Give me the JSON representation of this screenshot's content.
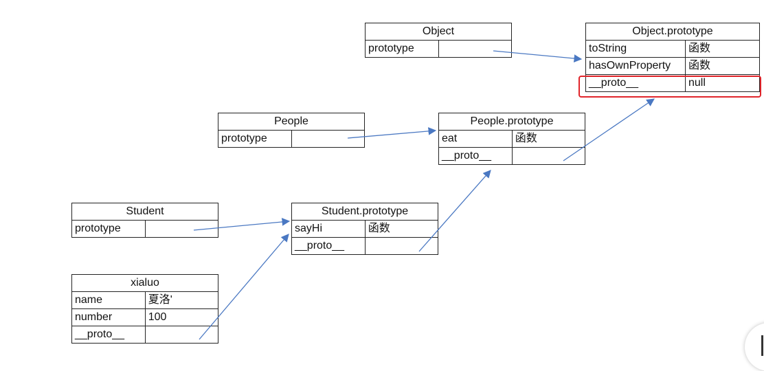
{
  "tables": {
    "object": {
      "title": "Object",
      "rows": [
        [
          "prototype",
          ""
        ]
      ]
    },
    "object_prototype": {
      "title": "Object.prototype",
      "rows": [
        [
          "toString",
          "函数"
        ],
        [
          "hasOwnProperty",
          "函数"
        ],
        [
          "__proto__",
          "null"
        ]
      ]
    },
    "people": {
      "title": "People",
      "rows": [
        [
          "prototype",
          ""
        ]
      ]
    },
    "people_prototype": {
      "title": "People.prototype",
      "rows": [
        [
          "eat",
          "函数"
        ],
        [
          "__proto__",
          ""
        ]
      ]
    },
    "student": {
      "title": "Student",
      "rows": [
        [
          "prototype",
          ""
        ]
      ]
    },
    "student_prototype": {
      "title": "Student.prototype",
      "rows": [
        [
          "sayHi",
          "函数"
        ],
        [
          "__proto__",
          ""
        ]
      ]
    },
    "xialuo": {
      "title": "xialuo",
      "rows": [
        [
          "name",
          "夏洛'"
        ],
        [
          "number",
          "100"
        ],
        [
          "__proto__",
          ""
        ]
      ]
    }
  },
  "colors": {
    "arrow": "#4a78c2",
    "highlight": "#e0242a",
    "border": "#222222"
  }
}
